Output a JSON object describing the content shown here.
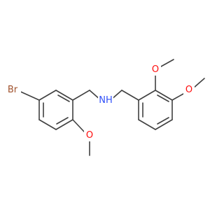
{
  "molecule": {
    "atoms": {
      "bromine": {
        "symbol": "Br",
        "color": "#a0522d"
      },
      "amine": {
        "symbol": "NH",
        "color": "#3050f8"
      },
      "methoxy_o_left": {
        "symbol": "O",
        "color": "#ff0d0d"
      },
      "methoxy_o_right_top": {
        "symbol": "O",
        "color": "#ff0d0d"
      },
      "methoxy_o_right_side": {
        "symbol": "O",
        "color": "#ff0d0d"
      }
    },
    "bond_color": "#404040",
    "background": "#ffffff"
  }
}
